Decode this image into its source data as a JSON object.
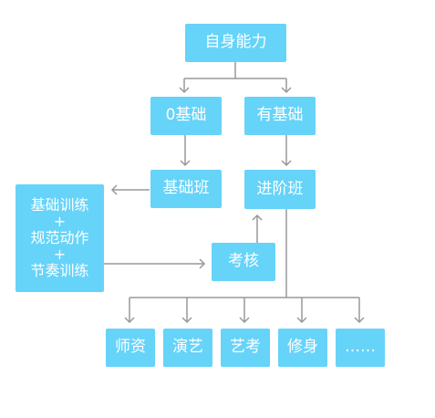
{
  "nodes": {
    "top": "自身能力",
    "zero_base": "0基础",
    "has_base": "有基础",
    "basic_class": "基础班",
    "advanced_class": "进阶班",
    "training": [
      "基础训练",
      "+",
      "规范动作",
      "+",
      "节奏训练"
    ],
    "exam": "考核",
    "outcomes": [
      "师资",
      "演艺",
      "艺考",
      "修身",
      "……"
    ]
  },
  "colors": {
    "node_fill": "#66d3f9",
    "node_text": "#ffffff",
    "connector": "#999999"
  }
}
